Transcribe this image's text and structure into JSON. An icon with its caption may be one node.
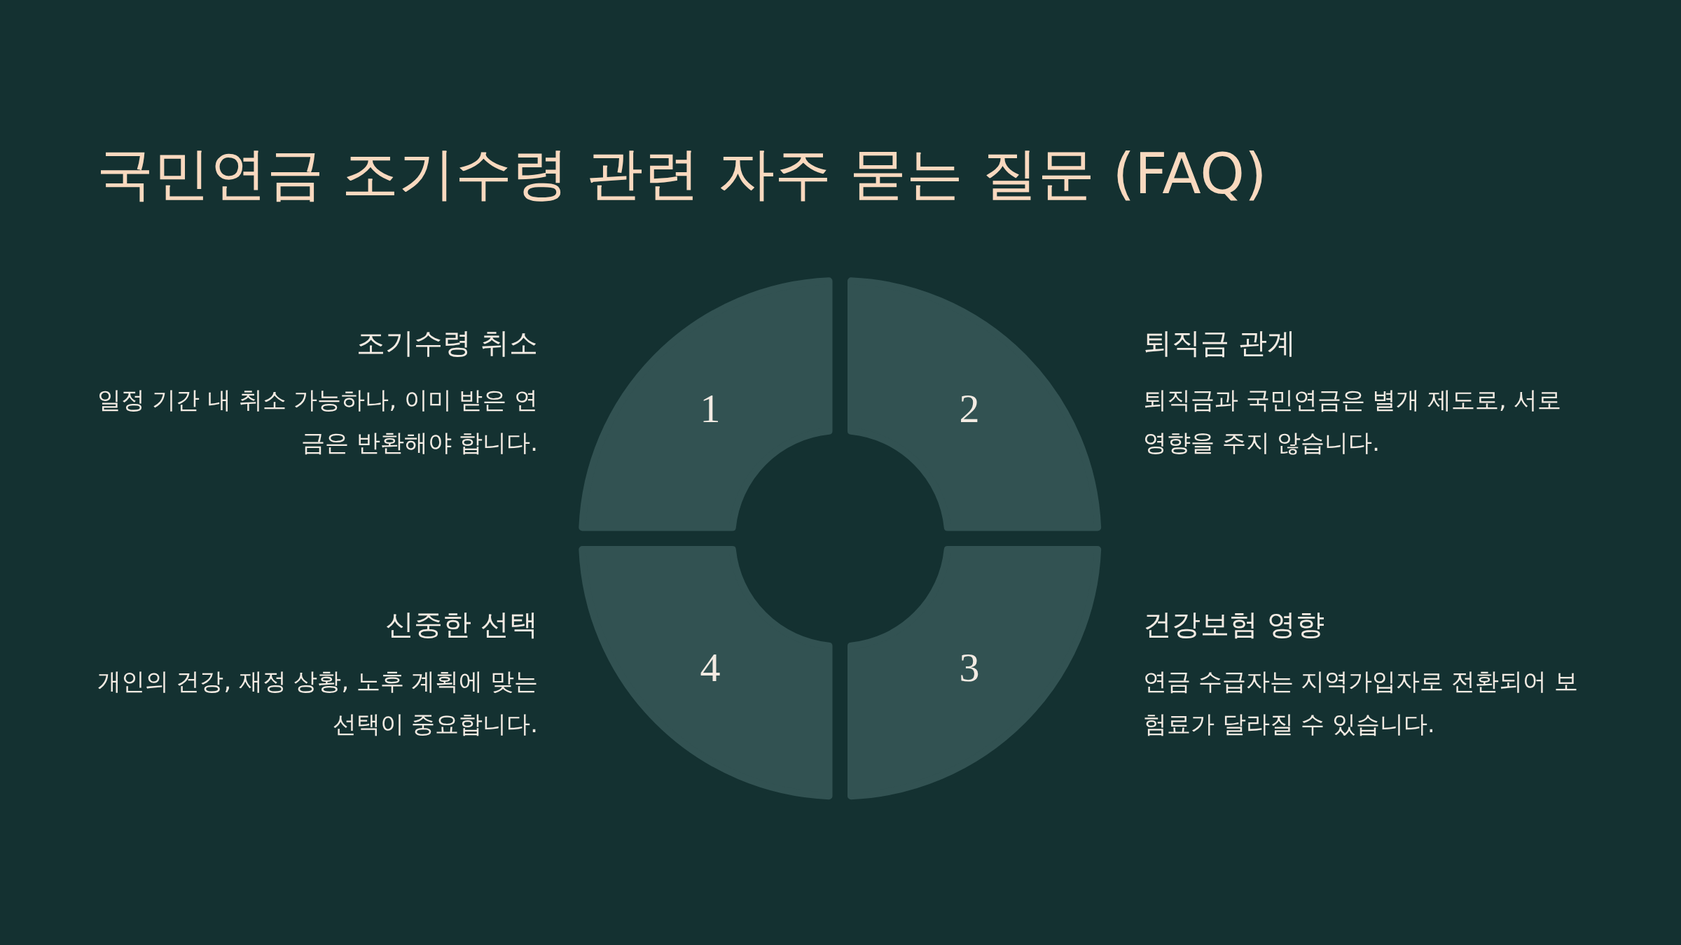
{
  "diagram": {
    "title": "국민연금 조기수령 관련 자주 묻는 질문 (FAQ)",
    "nodes": [
      {
        "text": [
          "1"
        ],
        "beside": [
          "조기수령 취소",
          "일정 기간 내 취소 가능하나, 이미 받은 연금은 반환해야 합니다."
        ]
      },
      {
        "text": [
          "2"
        ],
        "beside": [
          "퇴직금 관계",
          "퇴직금과 국민연금은 별개 제도로, 서로 영향을 주지 않습니다."
        ]
      },
      {
        "text": [
          "3"
        ],
        "beside": [
          "건강보험 영향",
          "연금 수급자는 지역가입자로 전환되어 보험료가 달라질 수 있습니다."
        ]
      },
      {
        "text": [
          "4"
        ],
        "beside": [
          "신중한 선택",
          "개인의 건강, 재정 상황, 노후 계획에 맞는 선택이 중요합니다."
        ]
      }
    ]
  }
}
